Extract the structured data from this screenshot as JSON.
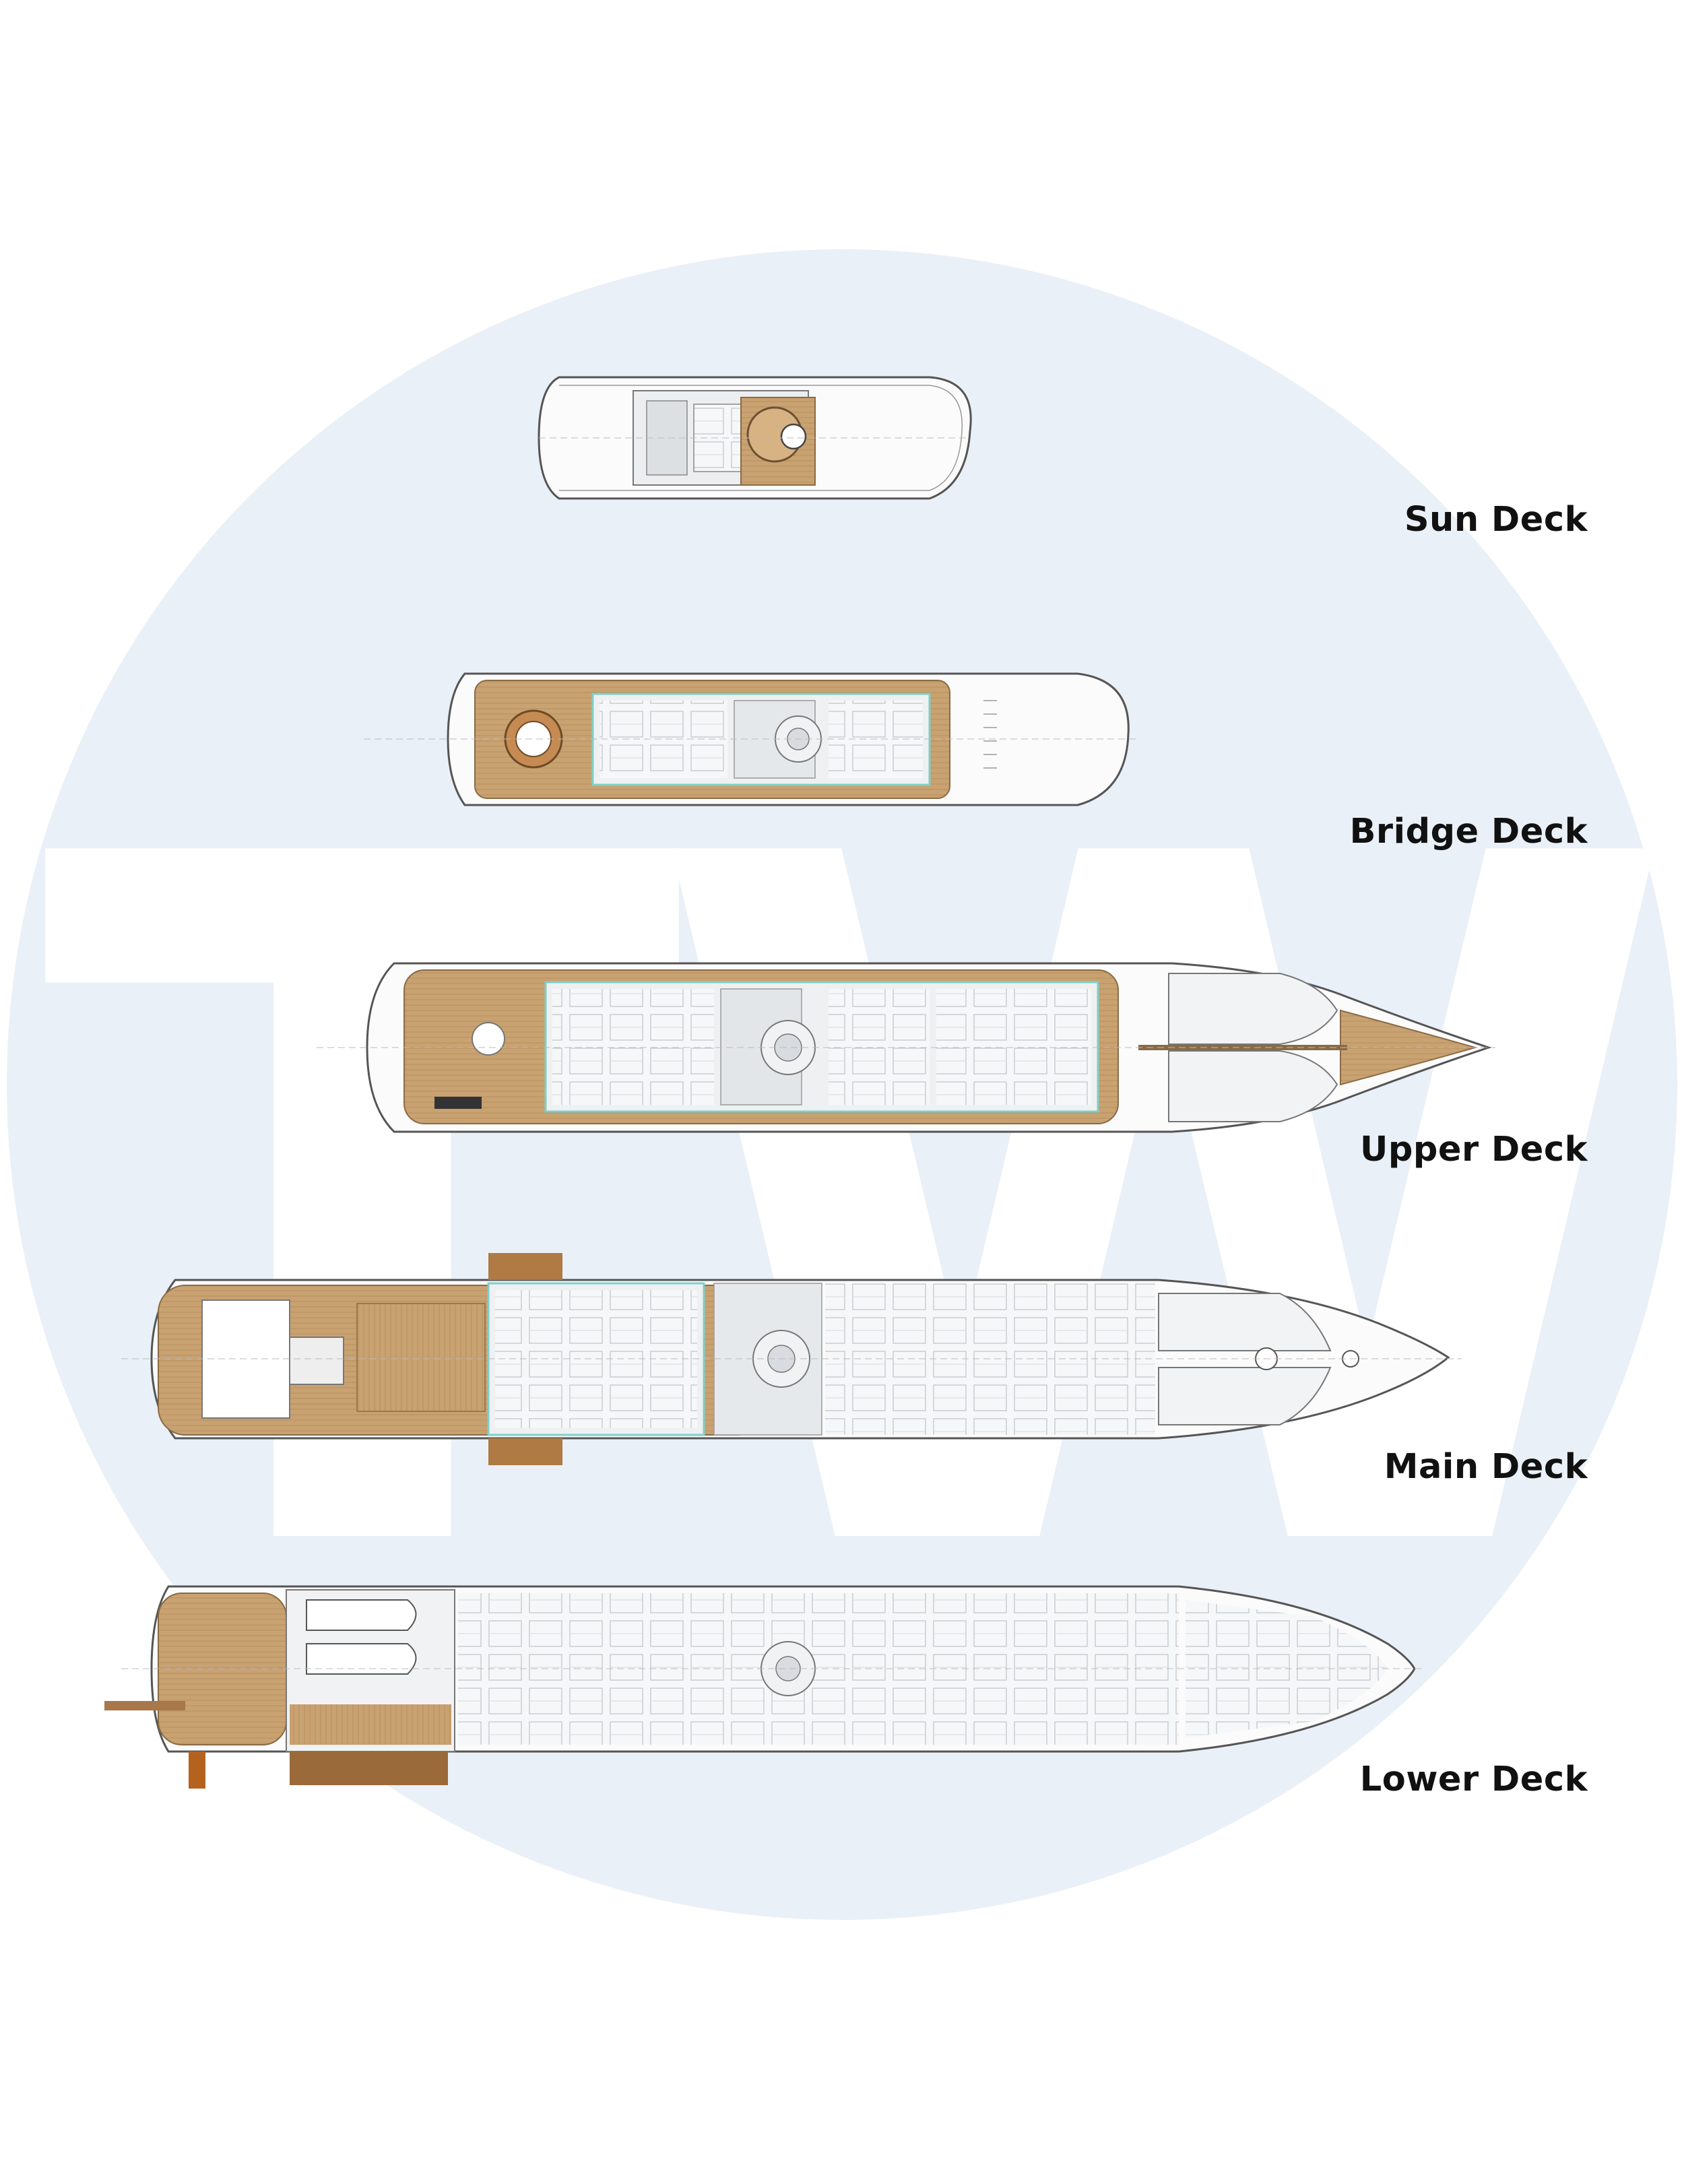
{
  "watermark": {
    "text": "TW",
    "circle_color": "#eaf0f7",
    "letter_color": "#ffffff"
  },
  "decks": [
    {
      "label": "Sun Deck"
    },
    {
      "label": "Bridge Deck"
    },
    {
      "label": "Upper Deck"
    },
    {
      "label": "Main Deck"
    },
    {
      "label": "Lower Deck"
    }
  ],
  "colors": {
    "teak": "#c8a070",
    "teak_dark": "#a8774a",
    "hull_line": "#5a5f66",
    "interior": "#f4f5f6",
    "interior_grey": "#e2e5e8",
    "glass": "#7fcfc9",
    "label": "#111111"
  }
}
